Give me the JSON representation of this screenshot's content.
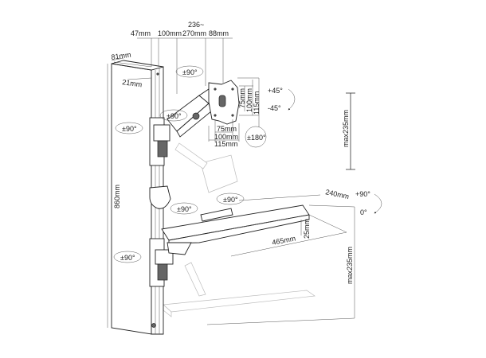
{
  "dimensions": {
    "pole_depth": "81mm",
    "pole_width": "21mm",
    "pole_height": "860mm",
    "arm_offset_1": "47mm",
    "arm_offset_2": "100mm",
    "arm_reach_line1": "236~",
    "arm_reach_line2": "270mm",
    "arm_offset_3": "88mm",
    "vesa_v_75": "75mm",
    "vesa_v_100": "100mm",
    "vesa_v_115": "115mm",
    "vesa_h_75": "75mm",
    "vesa_h_100": "100mm",
    "vesa_h_115": "115mm",
    "monitor_height_adjust": "max235mm",
    "keyboard_height_adjust": "max235mm",
    "tray_depth": "240mm",
    "tray_width": "465mm",
    "tray_thickness": "25mm"
  },
  "rotations": {
    "monitor_swivel_top": "±90°",
    "monitor_arm_swivel": "±90°",
    "pole_clamp_top": "±90°",
    "pole_clamp_bottom": "±90°",
    "tray_arm_swivel": "±90°",
    "tray_swivel": "±90°",
    "monitor_rotate": "±180°",
    "tilt_up": "+45°",
    "tilt_down": "-45°",
    "tray_tilt_up": "+90°",
    "tray_tilt_zero": "0°"
  }
}
